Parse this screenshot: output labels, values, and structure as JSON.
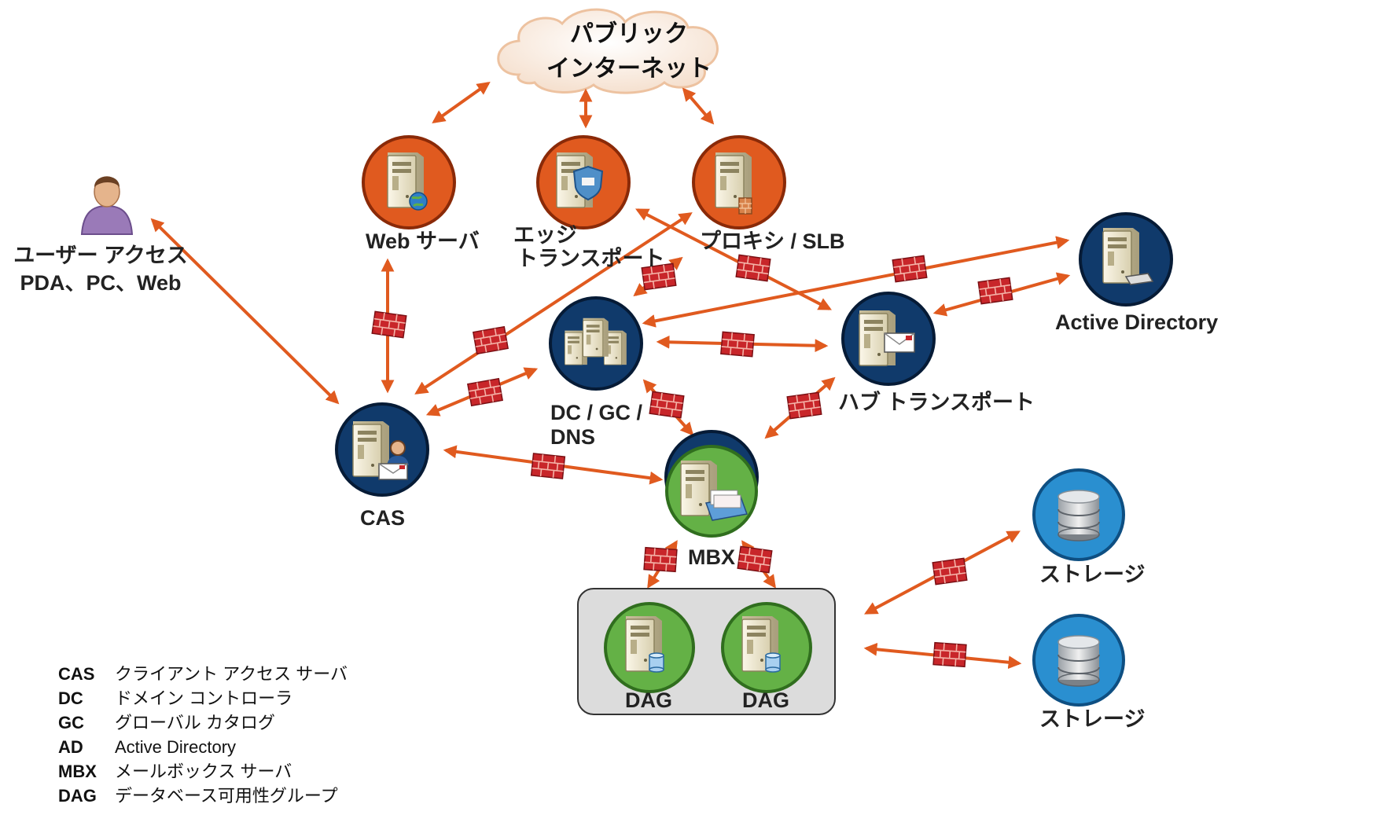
{
  "cloud": {
    "line1": "パブリック",
    "line2": "インターネット"
  },
  "nodes": {
    "web": {
      "label": "Web サーバ"
    },
    "edge": {
      "line1": "エッジ",
      "line2": "トランスポート"
    },
    "proxy": {
      "label": "プロキシ / SLB"
    },
    "user": {
      "line1": "ユーザー アクセス",
      "line2": "PDA、PC、Web"
    },
    "ad": {
      "label": "Active Directory"
    },
    "dc": {
      "line1": "DC / GC /",
      "line2": "DNS"
    },
    "hub": {
      "label": "ハブ トランスポート"
    },
    "cas": {
      "label": "CAS"
    },
    "mbx": {
      "label": "MBX"
    },
    "dag1": {
      "label": "DAG"
    },
    "dag2": {
      "label": "DAG"
    },
    "storage1": {
      "label": "ストレージ"
    },
    "storage2": {
      "label": "ストレージ"
    }
  },
  "legend": [
    {
      "abbr": "CAS",
      "desc": "クライアント アクセス サーバ"
    },
    {
      "abbr": "DC",
      "desc": "ドメイン コントローラ"
    },
    {
      "abbr": "GC",
      "desc": "グローバル カタログ"
    },
    {
      "abbr": "AD",
      "desc": "Active Directory"
    },
    {
      "abbr": "MBX",
      "desc": "メールボックス サーバ"
    },
    {
      "abbr": "DAG",
      "desc": "データベース可用性グループ"
    }
  ],
  "colors": {
    "arrow": "#e05a1f",
    "orange_node": "#e05a1f",
    "navy_node": "#103a6b",
    "green_node": "#64b146",
    "blue_node": "#2a8fd0",
    "firewall": "#c8262a",
    "dag_box": "#dcdcdc"
  },
  "icons": [
    "cloud-icon",
    "server-icon",
    "globe-icon",
    "shield-icon",
    "firewall-icon",
    "person-icon",
    "envelope-icon",
    "database-icon",
    "mailbox-icon"
  ]
}
